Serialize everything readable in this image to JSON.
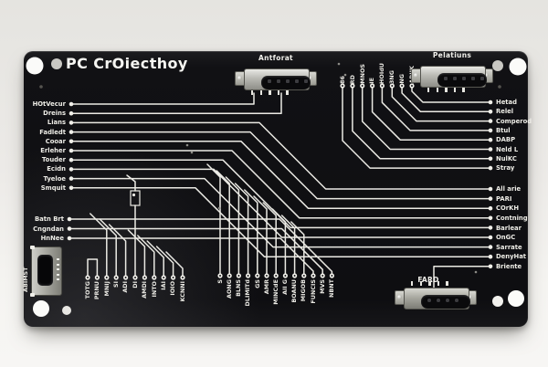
{
  "board": {
    "title": "PC CrOiecthoy"
  },
  "connectors": {
    "antforat": {
      "label": "Antforat"
    },
    "pelatiuns": {
      "label": "Pelatiuns"
    },
    "fard": {
      "label": "FARD"
    },
    "usb": {
      "label": "ABIMST"
    }
  },
  "left_labels": [
    "HOtVecur",
    "Dreins",
    "Lians",
    "Fadledt",
    "Cooar",
    "Erleher",
    "Touder",
    "Ecidn",
    "Tyeloe",
    "Smquit"
  ],
  "left_lower_labels": [
    "Batn Brt",
    "Cngndan",
    "HnNee"
  ],
  "top_pin_labels": [
    "86",
    "RD",
    "MNOS",
    "IE",
    "HOIdU",
    "3NG",
    "NG",
    "ABJIK"
  ],
  "right_labels_upper": [
    "Hetad",
    "Relel",
    "Comperod",
    "Btul",
    "DABP",
    "Neld L",
    "NulKC",
    "Stray"
  ],
  "right_labels_lower": [
    "All arie",
    "PARI",
    "COrKH",
    "Contning",
    "Barlear",
    "OnGC",
    "Sarrate",
    "DenyHat",
    "Briente"
  ],
  "bottom_pin_labels_left": [
    "TOTG",
    "PRNU",
    "MNIJ",
    "SI",
    "ADI",
    "DI",
    "AMDi",
    "INTO",
    "IAI",
    "IOIO",
    "KCNNI"
  ],
  "bottom_pin_labels_right": [
    "S",
    "AONG",
    "BLNS",
    "DLIMITd",
    "GS",
    "AMR",
    "MINCdE",
    "All G",
    "BOANU",
    "MIGOB",
    "FUNCIS",
    "MVS",
    "NBNT"
  ],
  "colors": {
    "background": "#eceae7",
    "board": "#0e0e11",
    "silkscreen": "#f0efe9",
    "metal": "#b9b9b3"
  }
}
